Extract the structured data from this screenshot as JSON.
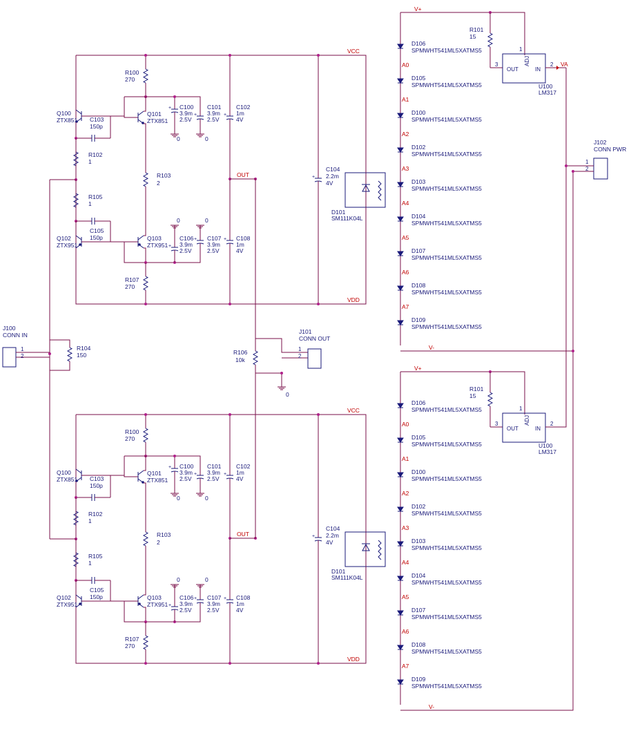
{
  "diagram": {
    "type": "electronic-schematic",
    "colors": {
      "wire": "#7a0f4a",
      "part": "#1a1a7a",
      "net_label": "#c00000",
      "junction": "#b0208a"
    },
    "amp": {
      "nets": {
        "vcc": "VCC",
        "vdd": "VDD",
        "out": "OUT",
        "gnd": "0"
      },
      "r100": {
        "ref": "R100",
        "val": "270"
      },
      "r102": {
        "ref": "R102",
        "val": "1"
      },
      "r103": {
        "ref": "R103",
        "val": "2"
      },
      "r105": {
        "ref": "R105",
        "val": "1"
      },
      "r107": {
        "ref": "R107",
        "val": "270"
      },
      "q100": {
        "ref": "Q100",
        "val": "ZTX851"
      },
      "q101": {
        "ref": "Q101",
        "val": "ZTX851"
      },
      "q102": {
        "ref": "Q102",
        "val": "ZTX951"
      },
      "q103": {
        "ref": "Q103",
        "val": "ZTX951"
      },
      "c103": {
        "ref": "C103",
        "val": "150p"
      },
      "c105": {
        "ref": "C105",
        "val": "150p"
      },
      "c100": {
        "ref": "C100",
        "val": "3.9m",
        "volt": "2.5V"
      },
      "c101": {
        "ref": "C101",
        "val": "3.9m",
        "volt": "2.5V"
      },
      "c102": {
        "ref": "C102",
        "val": "1m",
        "volt": "4V"
      },
      "c106": {
        "ref": "C106",
        "val": "3.9m",
        "volt": "2.5V"
      },
      "c107": {
        "ref": "C107",
        "val": "3.9m",
        "volt": "2.5V"
      },
      "c108": {
        "ref": "C108",
        "val": "1m",
        "volt": "4V"
      },
      "c104": {
        "ref": "C104",
        "val": "2.2m",
        "volt": "4V"
      },
      "d101": {
        "ref": "D101",
        "val": "SM111K04L"
      }
    },
    "led": {
      "nets": {
        "vplus": "V+",
        "vminus": "V-",
        "va": "VA"
      },
      "r101": {
        "ref": "R101",
        "val": "15"
      },
      "u100": {
        "ref": "U100",
        "val": "LM317",
        "pin_out": "OUT",
        "pin_adj": "ADJ",
        "pin_in": "IN",
        "p1": "1",
        "p2": "2",
        "p3": "3"
      },
      "chain": [
        {
          "ref": "D106",
          "val": "SPMWHT541ML5XATMS5",
          "node": "A0"
        },
        {
          "ref": "D105",
          "val": "SPMWHT541ML5XATMS5",
          "node": "A1"
        },
        {
          "ref": "D100",
          "val": "SPMWHT541ML5XATMS5",
          "node": "A2"
        },
        {
          "ref": "D102",
          "val": "SPMWHT541ML5XATMS5",
          "node": "A3"
        },
        {
          "ref": "D103",
          "val": "SPMWHT541ML5XATMS5",
          "node": "A4"
        },
        {
          "ref": "D104",
          "val": "SPMWHT541ML5XATMS5",
          "node": "A5"
        },
        {
          "ref": "D107",
          "val": "SPMWHT541ML5XATMS5",
          "node": "A6"
        },
        {
          "ref": "D108",
          "val": "SPMWHT541ML5XATMS5",
          "node": "A7"
        },
        {
          "ref": "D109",
          "val": "SPMWHT541ML5XATMS5",
          "node": ""
        }
      ]
    },
    "j100": {
      "ref": "J100",
      "val": "CONN IN",
      "p1": "1",
      "p2": "2"
    },
    "j101": {
      "ref": "J101",
      "val": "CONN OUT",
      "p1": "1",
      "p2": "2"
    },
    "j102": {
      "ref": "J102",
      "val": "CONN PWR",
      "p1": "1",
      "p2": "2"
    },
    "r104": {
      "ref": "R104",
      "val": "150"
    },
    "r106": {
      "ref": "R106",
      "val": "10k"
    },
    "gnd": "0"
  }
}
